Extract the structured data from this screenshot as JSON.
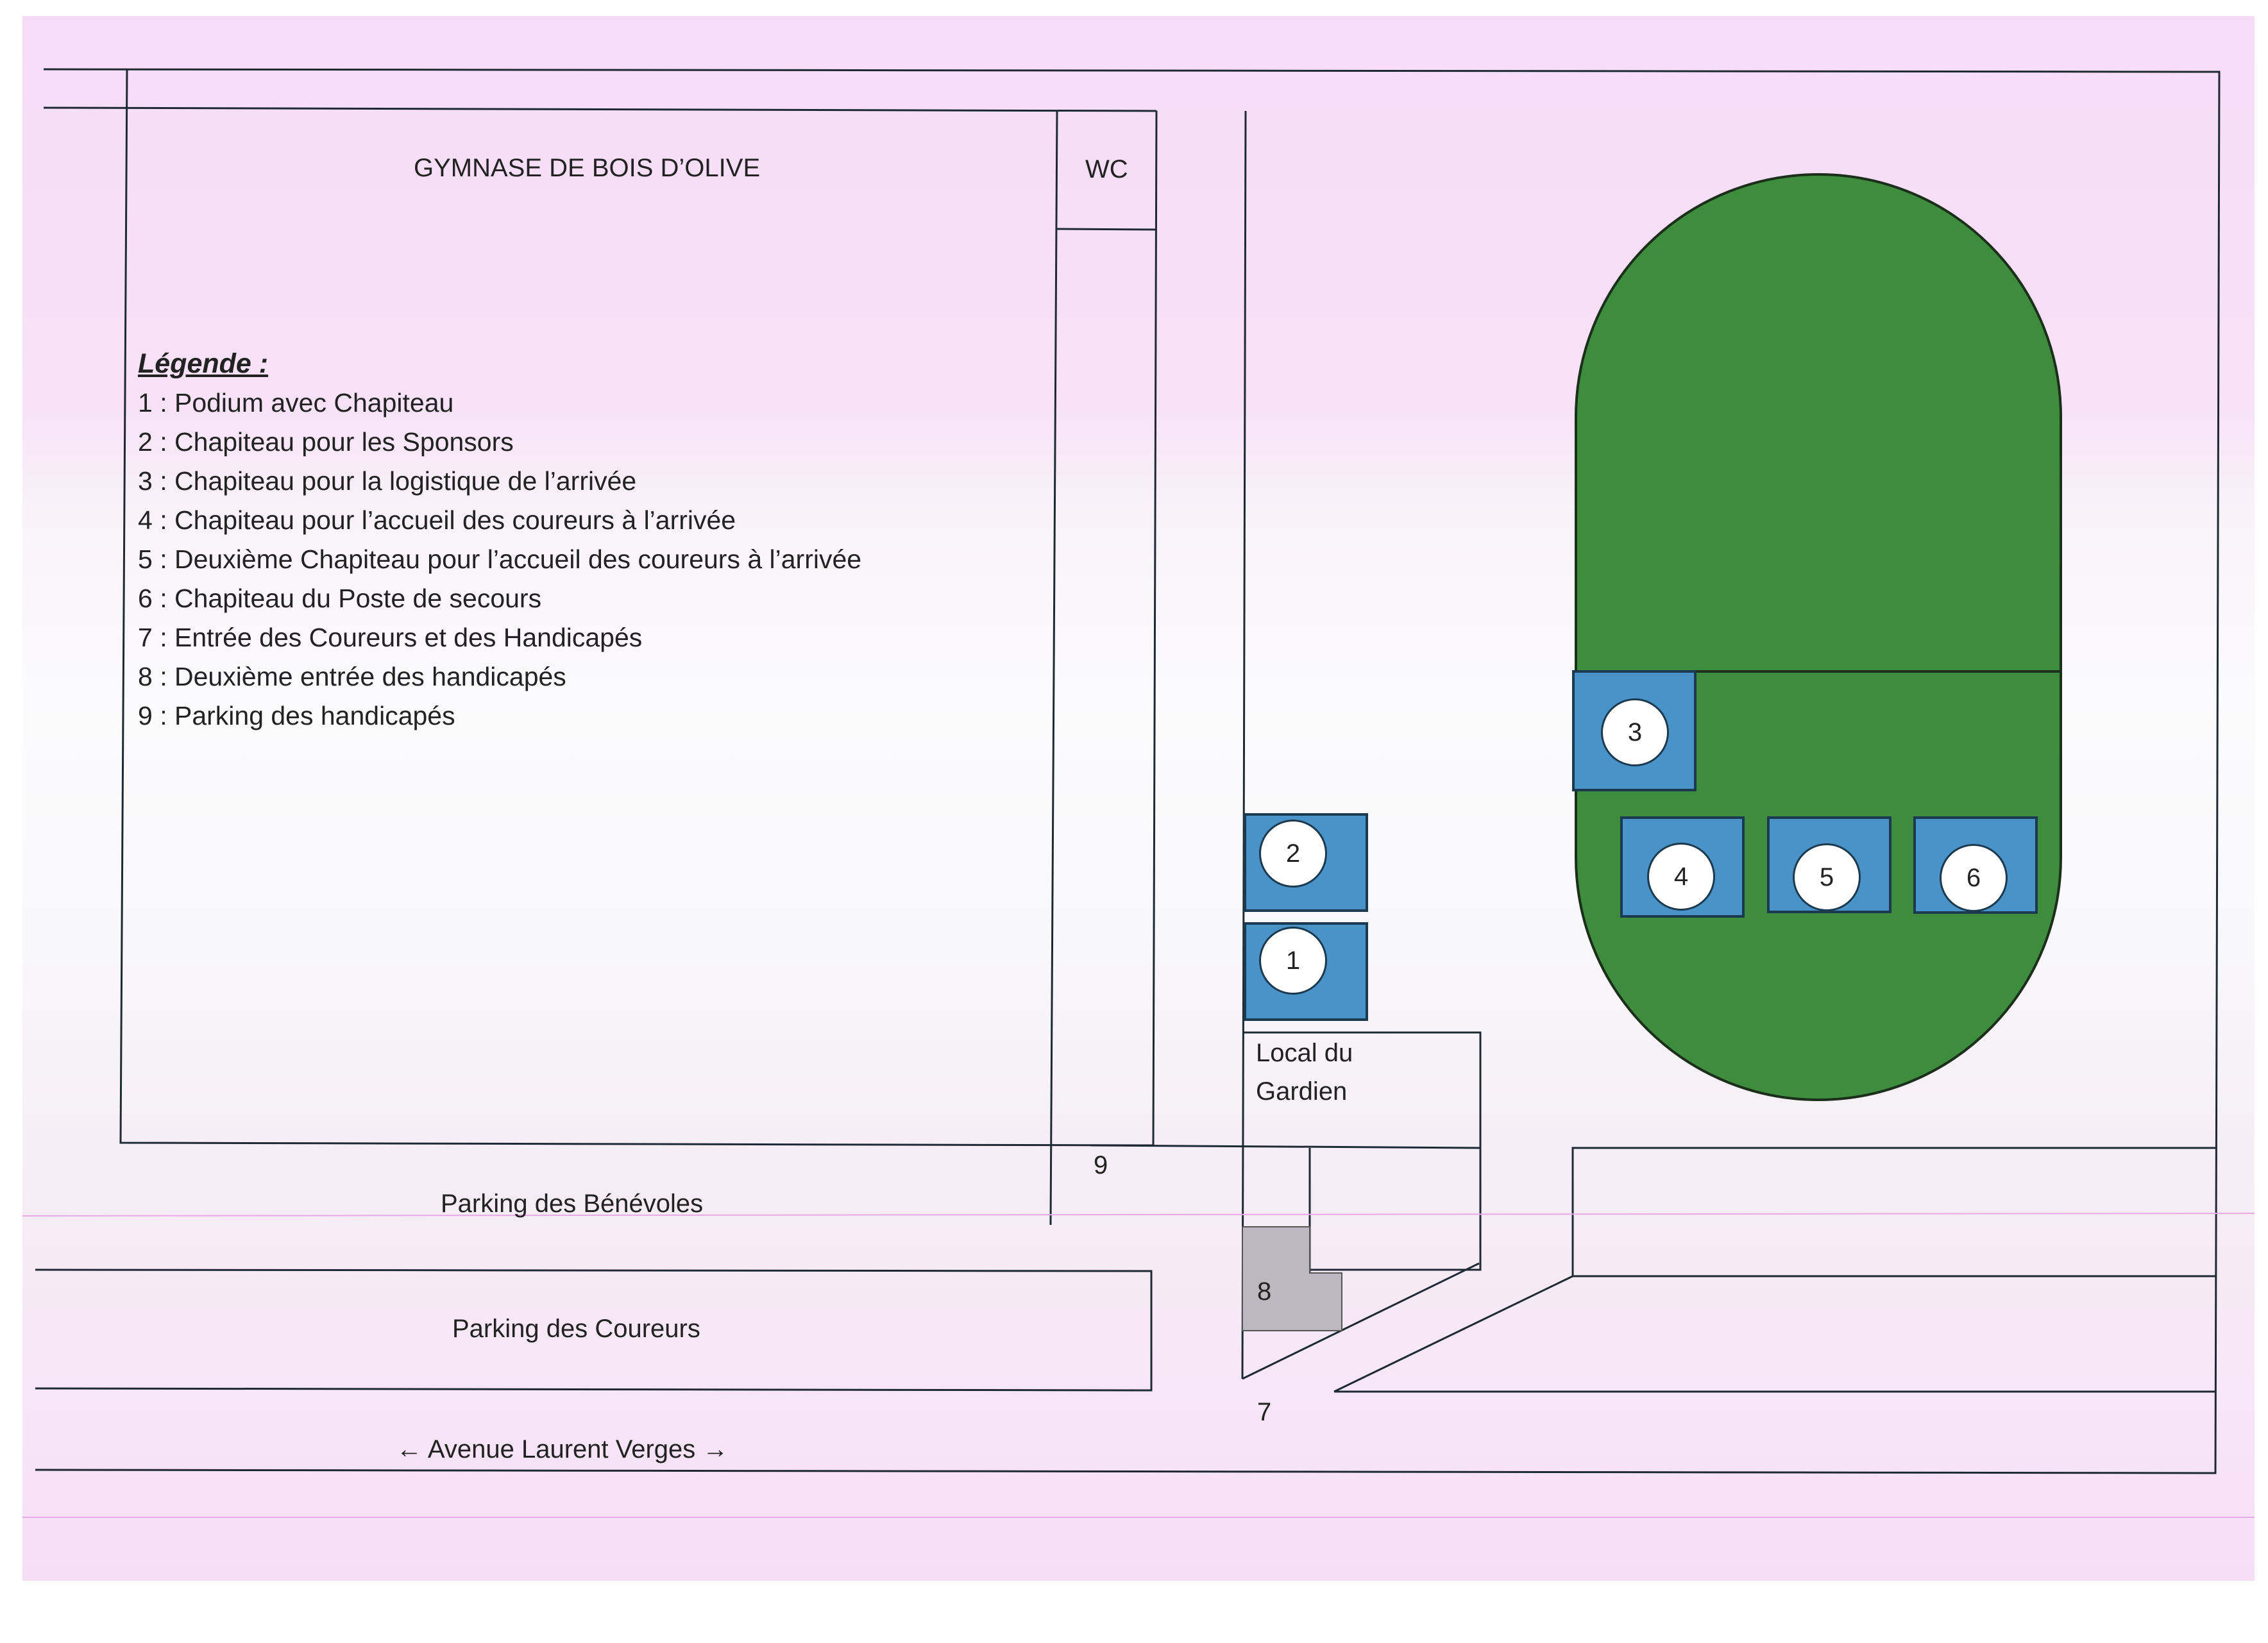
{
  "title": "GYMNASE DE BOIS D’OLIVE",
  "wc_label": "WC",
  "legend": {
    "title": "Légende :",
    "items": [
      "1 : Podium avec Chapiteau",
      "2 : Chapiteau pour les Sponsors",
      "3 : Chapiteau pour la logistique de l’arrivée",
      "4 : Chapiteau pour l’accueil des coureurs à l’arrivée",
      "5 : Deuxième Chapiteau pour l’accueil des coureurs à l’arrivée",
      "6 : Chapiteau du Poste de secours",
      "7 : Entrée des Coureurs et des Handicapés",
      "8 : Deuxième entrée des handicapés",
      "9 : Parking des handicapés"
    ]
  },
  "markers": {
    "m1": "1",
    "m2": "2",
    "m3": "3",
    "m4": "4",
    "m5": "5",
    "m6": "6",
    "m7": "7",
    "m8": "8",
    "m9": "9"
  },
  "places": {
    "local_line1": "Local du",
    "local_line2": "Gardien",
    "parking_benevoles": "Parking des Bénévoles",
    "parking_coureurs": "Parking des Coureurs",
    "avenue": "← Avenue Laurent Verges →"
  },
  "colors": {
    "field": "#3e8d3e",
    "tent": "#4a93c8",
    "handicap_zone": "#bcb8bf",
    "lines": "#1e2a33"
  }
}
